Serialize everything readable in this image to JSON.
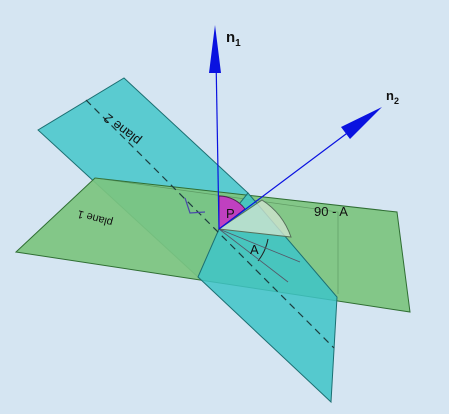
{
  "diagram": {
    "labels": {
      "normal_1": {
        "base": "n",
        "sub": "1"
      },
      "normal_2": {
        "base": "n",
        "sub": "2"
      },
      "plane_1": "plane 1",
      "plane_2": "plane 2",
      "point": "P",
      "angle": "A",
      "complement_angle": "90 - A"
    },
    "colors": {
      "background": "#d5e5f2",
      "plane_1_fill": "#7cc47f",
      "plane_2_fill": "#3ec4c8",
      "normal_vector": "#0a12e0",
      "point_marker": "#c040c0",
      "angle_sector": "#cfe3cf"
    }
  }
}
